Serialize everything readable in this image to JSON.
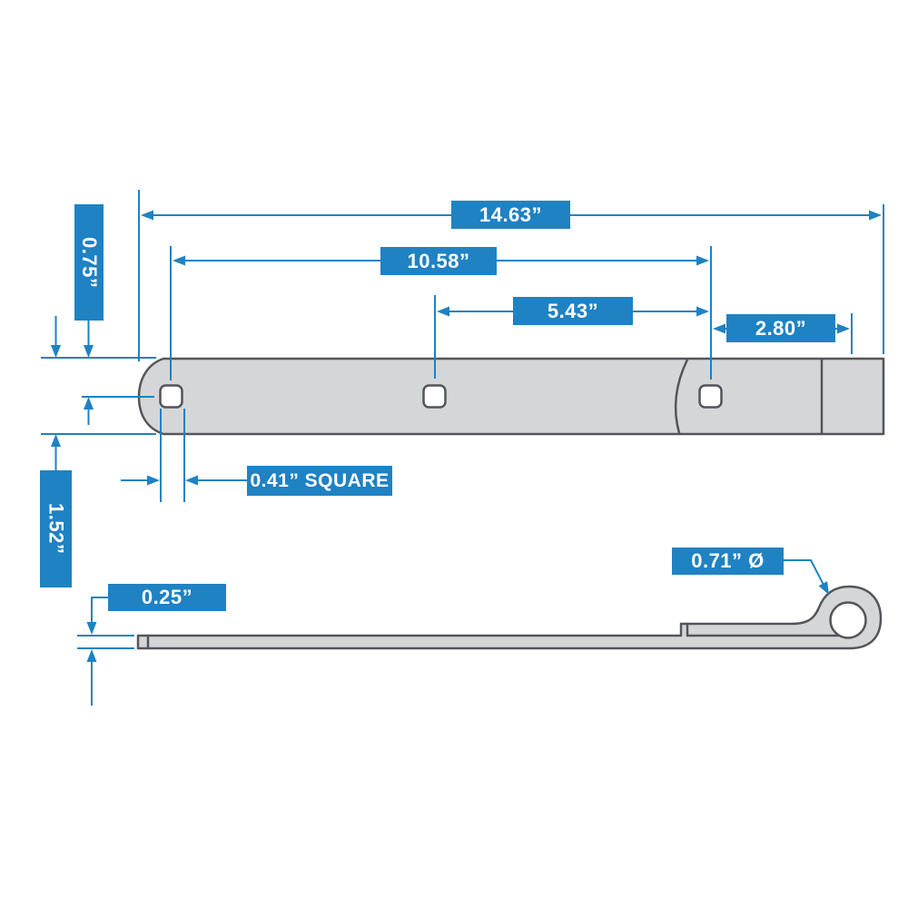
{
  "colors": {
    "accent_blue": "#1f82c3",
    "part_fill": "#d5d6d7",
    "part_outline": "#54555a",
    "label_text": "#ffffff",
    "background": "#ffffff"
  },
  "dimensions": {
    "overall_length": "14.63”",
    "first_to_last_hole": "10.58”",
    "middle_to_last_hole": "5.43”",
    "last_hole_to_bend": "2.80”",
    "edge_to_hole_center": "0.75”",
    "strap_width": "1.52”",
    "hole_size": "0.41” SQUARE",
    "strap_thickness": "0.25”",
    "eye_inner_diameter": "0.71” Ø"
  }
}
